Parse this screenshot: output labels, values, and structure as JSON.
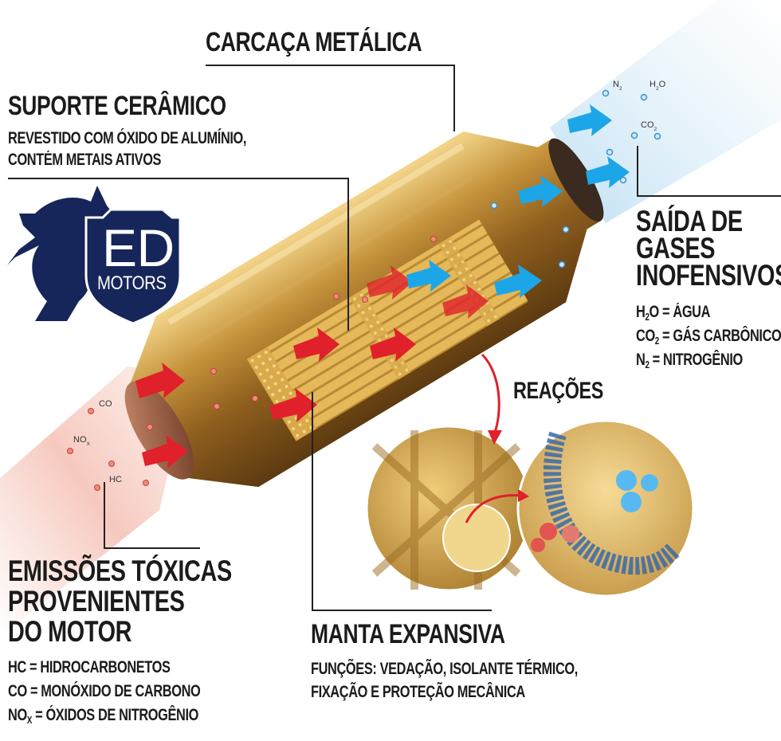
{
  "labels": {
    "casing": "CARCAÇA METÁLICA",
    "ceramic_title": "SUPORTE CERÂMICO",
    "ceramic_desc": [
      "REVESTIDO COM ÓXIDO DE ALUMÍNIO,",
      "CONTÉM METAIS ATIVOS"
    ],
    "outlet_title": [
      "SAÍDA DE",
      "GASES",
      "INOFENSIVOS"
    ],
    "outlet_formulas": [
      {
        "base": "H",
        "sub": "2",
        "rest": "O = ÁGUA"
      },
      {
        "base": "CO",
        "sub": "2",
        "rest": " = GÁS CARBÔNICO"
      },
      {
        "base": "N",
        "sub": "2",
        "rest": " = NITROGÊNIO"
      }
    ],
    "reactions": "REAÇÕES",
    "emissions_title": [
      "EMISSÕES TÓXICAS",
      "PROVENIENTES",
      "DO MOTOR"
    ],
    "emissions_formulas": [
      {
        "base": "HC",
        "sub": "",
        "rest": " = HIDROCARBONETOS"
      },
      {
        "base": "CO",
        "sub": "",
        "rest": " = MONÓXIDO DE CARBONO"
      },
      {
        "base": "NO",
        "sub": "X",
        "rest": " = ÓXIDOS DE NITROGÊNIO"
      }
    ],
    "mat_title": "MANTA EXPANSIVA",
    "mat_desc": [
      "FUNÇÕES: VEDAÇÃO, ISOLANTE TÉRMICO,",
      "FIXAÇÃO E PROTEÇÃO MECÂNICA"
    ]
  },
  "molecules_in": {
    "co": "CO",
    "nox_base": "NO",
    "nox_sub": "X",
    "hc": "HC"
  },
  "molecules_out": {
    "n2_base": "N",
    "n2_sub": "2",
    "h2o_base": "H",
    "h2o_sub": "2",
    "h2o_rest": "O",
    "co2_base": "CO",
    "co2_sub": "2"
  },
  "logo": {
    "line1": "ED",
    "line2": "MOTORS"
  },
  "colors": {
    "text": "#1b1b1b",
    "gold": "#c89a3c",
    "red_arrow": "#e0202a",
    "blue_arrow": "#1ca6e8",
    "logo_navy": "#16265a"
  }
}
